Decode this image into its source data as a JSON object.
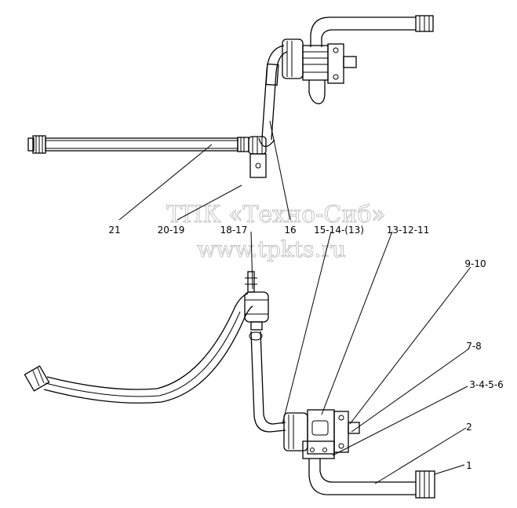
{
  "watermark": {
    "line1": "ТПК «Техно-Сиб»",
    "line2": "www.tpkts.ru"
  },
  "callouts": [
    {
      "id": "c21",
      "text": "21"
    },
    {
      "id": "c20",
      "text": "20-19"
    },
    {
      "id": "c16",
      "text": "16"
    },
    {
      "id": "c18",
      "text": "18-17"
    },
    {
      "id": "c15",
      "text": "15-14-(13)"
    },
    {
      "id": "c13",
      "text": "13-12-11"
    },
    {
      "id": "c9",
      "text": "9-10"
    },
    {
      "id": "c7",
      "text": "7-8"
    },
    {
      "id": "c3",
      "text": "3-4-5-6"
    },
    {
      "id": "c2",
      "text": "2"
    },
    {
      "id": "c1",
      "text": "1"
    }
  ]
}
